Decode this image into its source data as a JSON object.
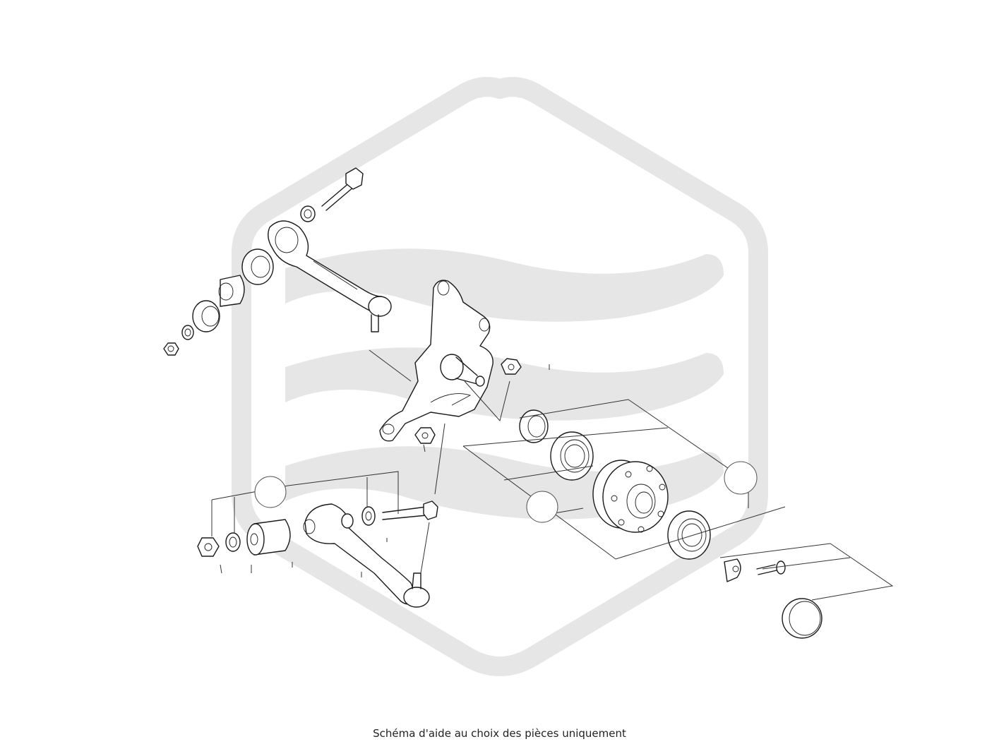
{
  "caption": "Schéma d'aide au choix des pièces uniquement",
  "colors": {
    "watermark": "#e6e6e6",
    "line": "#1a1a1a",
    "callout_border": "#555555"
  },
  "watermark": {
    "icon": "hexagon-brand-logo"
  },
  "diagram": {
    "subject": "front-suspension-exploded-view",
    "callouts": [
      {
        "id": "callout-lower-arm-group",
        "label": ""
      },
      {
        "id": "callout-hub-bearing-group",
        "label": ""
      },
      {
        "id": "callout-hub-cap-group",
        "label": ""
      }
    ]
  }
}
